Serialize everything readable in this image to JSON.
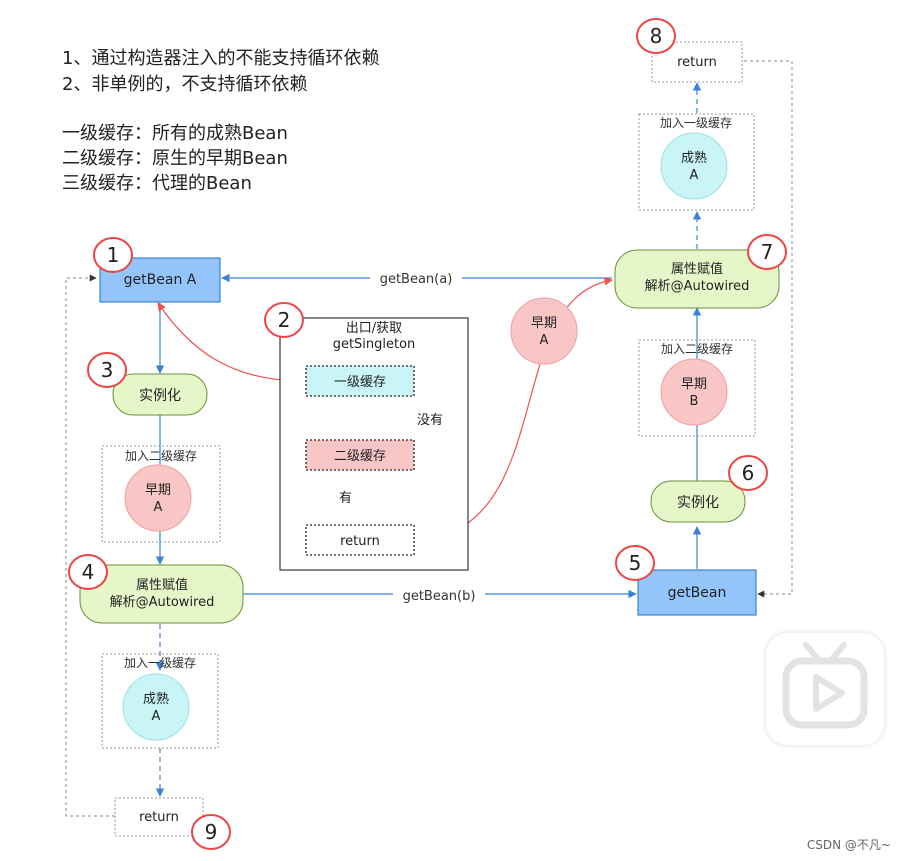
{
  "notes": {
    "line1": "1、通过构造器注入的不能支持循环依赖",
    "line2": "2、非单例的，不支持循环依赖",
    "level1": "一级缓存：所有的成熟Bean",
    "level2": "二级缓存：原生的早期Bean",
    "level3": "三级缓存：代理的Bean"
  },
  "steps": [
    "1",
    "2",
    "3",
    "4",
    "5",
    "6",
    "7",
    "8",
    "9"
  ],
  "nodes": {
    "get_bean_a": "getBean A",
    "get_bean_b": "getBean",
    "instantiate_a": "实例化",
    "instantiate_b": "实例化",
    "populate_a_1": "属性赋值",
    "populate_a_2": "解析@Autowired",
    "populate_b_1": "属性赋值",
    "populate_b_2": "解析@Autowired",
    "return_top": "return",
    "return_bottom": "return",
    "early_a_float_1": "早期",
    "early_a_float_2": "A"
  },
  "groups": {
    "add_l2_a": "加入二级缓存",
    "add_l1_a": "加入一级缓存",
    "add_l2_b": "加入二级缓存",
    "add_l1_top": "加入一级缓存"
  },
  "circles": {
    "early_a_1": "早期",
    "early_a_2": "A",
    "mature_a_1": "成熟",
    "mature_a_2": "A",
    "early_b_1": "早期",
    "early_b_2": "B",
    "mature_top_1": "成熟",
    "mature_top_2": "A"
  },
  "singleton": {
    "title1": "出口/获取",
    "title2": "getSingleton",
    "l1": "一级缓存",
    "l2": "二级缓存",
    "ret": "return",
    "none": "没有",
    "has": "有"
  },
  "edges": {
    "get_bean_a_call": "getBean(a)",
    "get_bean_b_call": "getBean(b)"
  },
  "colors": {
    "blue_fill": "#93c5fb",
    "green_fill": "#e5f7c8",
    "cyan_fill": "#c9f5f7",
    "pink_fill": "#f9c6c6",
    "step_red": "#ef4444",
    "arrow_blue": "#3b82d6",
    "arrow_red": "#f05050"
  },
  "credit": "CSDN @不凡~"
}
